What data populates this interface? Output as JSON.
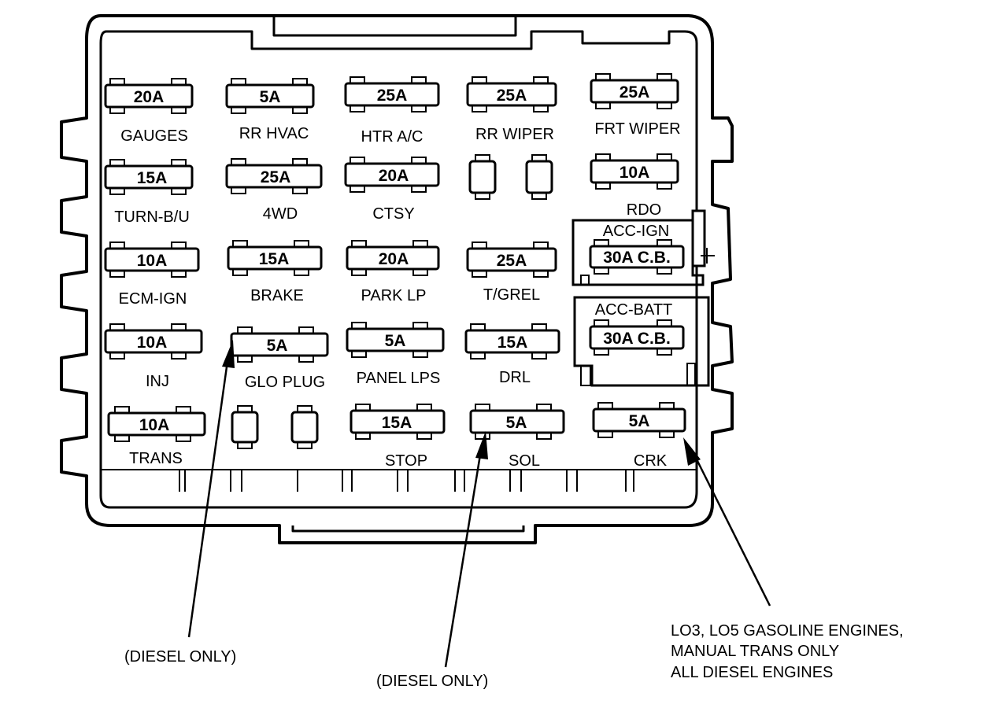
{
  "fuses": [
    {
      "id": "gauges",
      "rating": "20A",
      "label": "GAUGES"
    },
    {
      "id": "rr-hvac",
      "rating": "5A",
      "label": "RR HVAC"
    },
    {
      "id": "htr-ac",
      "rating": "25A",
      "label": "HTR A/C"
    },
    {
      "id": "rr-wiper",
      "rating": "25A",
      "label": "RR WIPER"
    },
    {
      "id": "frt-wiper",
      "rating": "25A",
      "label": "FRT WIPER"
    },
    {
      "id": "turn-bu",
      "rating": "15A",
      "label": "TURN-B/U"
    },
    {
      "id": "4wd",
      "rating": "25A",
      "label": "4WD"
    },
    {
      "id": "ctsy",
      "rating": "20A",
      "label": "CTSY"
    },
    {
      "id": "rdo",
      "rating": "10A",
      "label": "RDO"
    },
    {
      "id": "ecm-ign",
      "rating": "10A",
      "label": "ECM-IGN"
    },
    {
      "id": "brake",
      "rating": "15A",
      "label": "BRAKE"
    },
    {
      "id": "park-lp",
      "rating": "20A",
      "label": "PARK LP"
    },
    {
      "id": "tgrel",
      "rating": "25A",
      "label": "T/GREL"
    },
    {
      "id": "inj",
      "rating": "10A",
      "label": "INJ"
    },
    {
      "id": "glo-plug",
      "rating": "5A",
      "label": "GLO PLUG"
    },
    {
      "id": "panel-lps",
      "rating": "5A",
      "label": "PANEL LPS"
    },
    {
      "id": "drl",
      "rating": "15A",
      "label": "DRL"
    },
    {
      "id": "trans",
      "rating": "10A",
      "label": "TRANS"
    },
    {
      "id": "stop",
      "rating": "15A",
      "label": "STOP"
    },
    {
      "id": "sol",
      "rating": "5A",
      "label": "SOL"
    },
    {
      "id": "crk",
      "rating": "5A",
      "label": "CRK"
    }
  ],
  "breakers": [
    {
      "id": "acc-ign",
      "rating": "30A C.B.",
      "label": "ACC-IGN"
    },
    {
      "id": "acc-batt",
      "rating": "30A C.B.",
      "label": "ACC-BATT"
    }
  ],
  "notes": {
    "diesel_only_left": "(DIESEL ONLY)",
    "diesel_only_center": "(DIESEL ONLY)",
    "engines_line1": "LO3, LO5 GASOLINE ENGINES,",
    "engines_line2": "MANUAL TRANS ONLY",
    "engines_line3": "ALL DIESEL ENGINES"
  }
}
